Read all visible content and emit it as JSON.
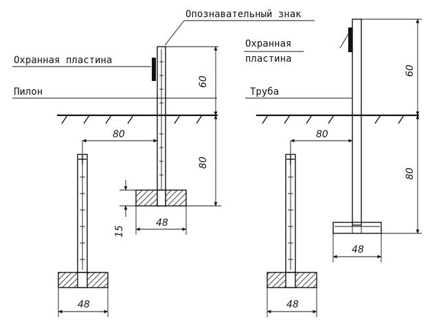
{
  "labels": {
    "sign": "Опознавательный знак",
    "plate_left": "Охранная пластина",
    "plate_right_1": "Охранная",
    "plate_right_2": "пластина",
    "pylon": "Пилон",
    "pipe": "Труба"
  },
  "dimensions": {
    "left_top_height": "60",
    "left_offset": "80",
    "left_depth": "80",
    "left_foot_height": "15",
    "left_base_width": "48",
    "left_far_base_width": "48",
    "right_top_height": "60",
    "right_offset": "80",
    "right_depth": "80",
    "right_base_width": "48",
    "right_far_base_width": "48"
  }
}
